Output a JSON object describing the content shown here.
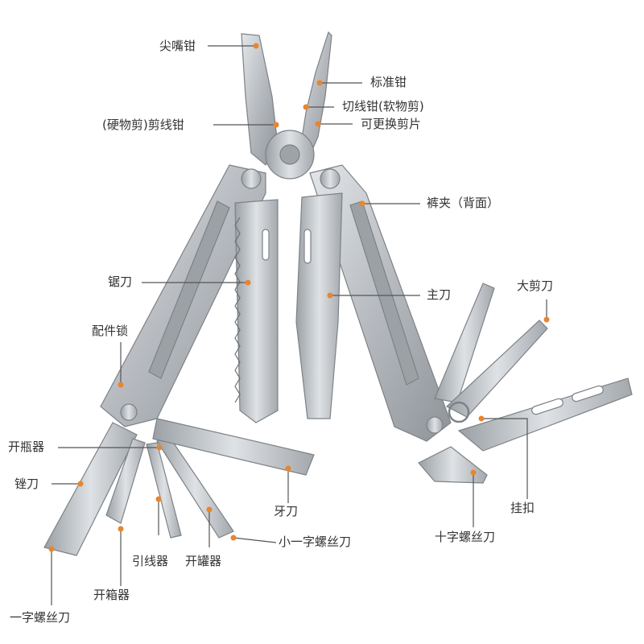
{
  "accent_color": "#e8852f",
  "line_color": "#555555",
  "tool_color": "#bfc3c7",
  "labels": {
    "needle_nose": "尖嘴钳",
    "standard_pliers": "标准钳",
    "wire_cutter_soft": "切线钳(软物剪)",
    "wire_cutter_hard": "(硬物剪)剪线钳",
    "replaceable_blade": "可更换剪片",
    "belt_clip": "裤夹（背面）",
    "saw": "锯刀",
    "main_knife": "主刀",
    "big_scissors": "大剪刀",
    "accessory_lock": "配件锁",
    "bottle_opener": "开瓶器",
    "file": "锉刀",
    "serrated_knife": "牙刀",
    "small_flat_screwdriver": "小一字螺丝刀",
    "awl": "引线器",
    "can_opener": "开罐器",
    "box_opener": "开箱器",
    "flat_screwdriver": "一字螺丝刀",
    "hook": "挂扣",
    "phillips_screwdriver": "十字螺丝刀"
  }
}
